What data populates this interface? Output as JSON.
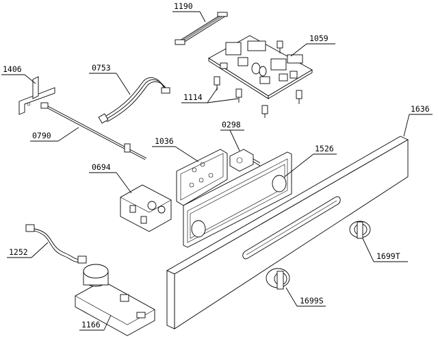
{
  "labels": {
    "p1190": "1190",
    "p1059": "1059",
    "p1406": "1406",
    "p0753": "0753",
    "p1114": "1114",
    "p1636": "1636",
    "p0790": "0790",
    "p0298": "0298",
    "p1036": "1036",
    "p1526": "1526",
    "p0694": "0694",
    "p1252": "1252",
    "p1699T": "1699T",
    "p1699S": "1699S",
    "p1166": "1166"
  }
}
